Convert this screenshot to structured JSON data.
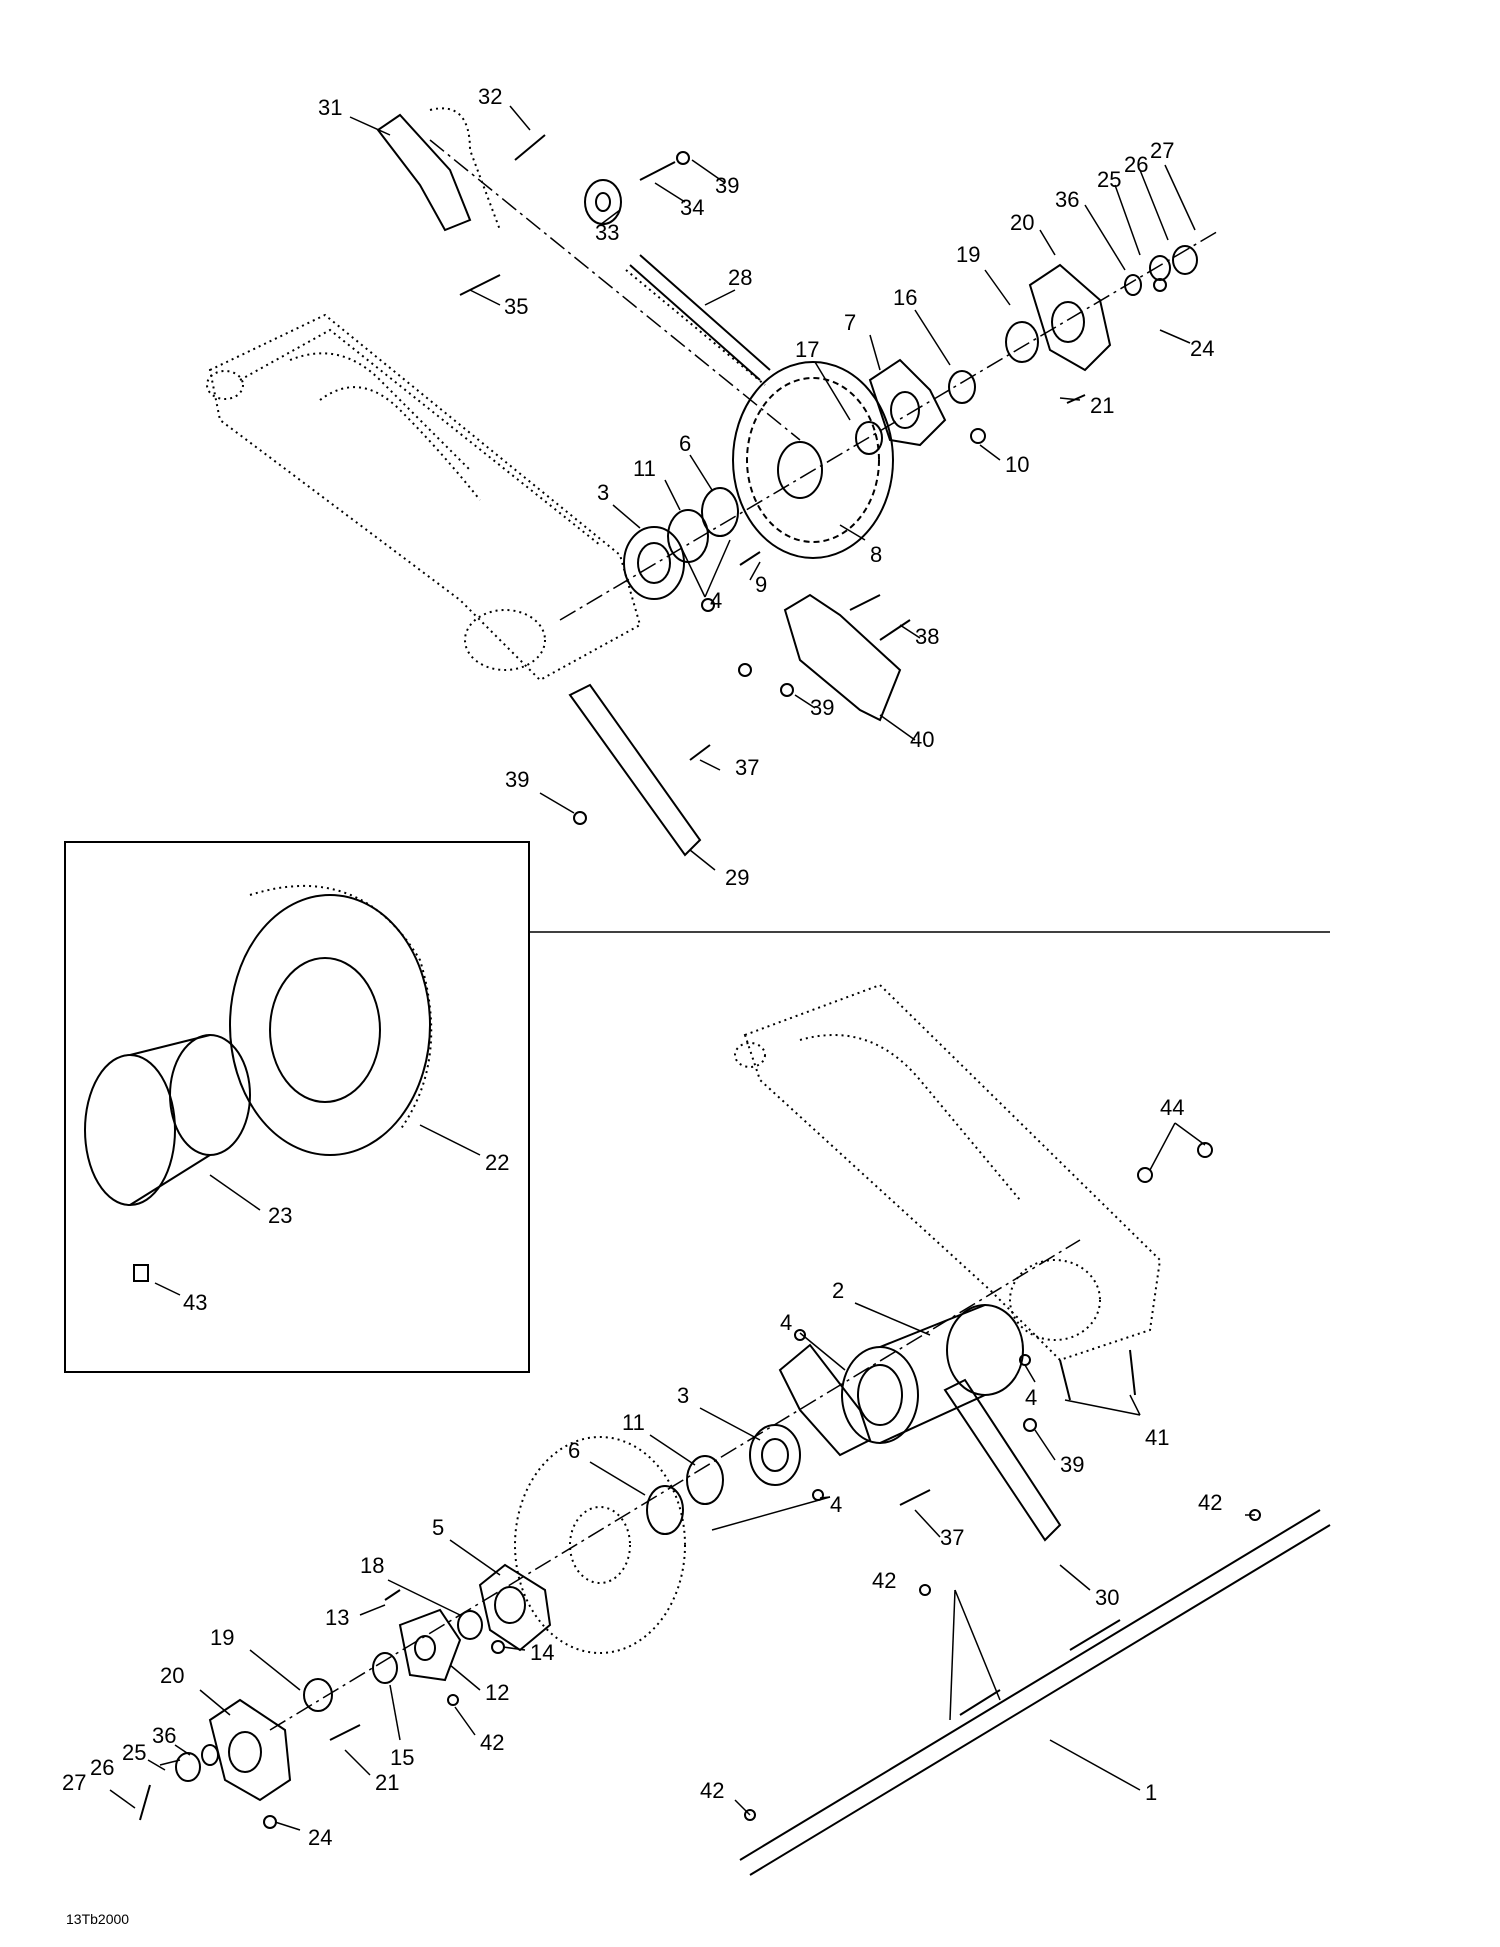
{
  "drawing_code": "13Tb2000",
  "callouts_upper": [
    "31",
    "32",
    "39",
    "34",
    "33",
    "35",
    "28",
    "27",
    "26",
    "25",
    "36",
    "20",
    "19",
    "16",
    "7",
    "17",
    "24",
    "21",
    "10",
    "3",
    "11",
    "6",
    "8",
    "4",
    "9",
    "38",
    "39",
    "40",
    "39",
    "37",
    "29"
  ],
  "callouts_inset": [
    "22",
    "23",
    "43"
  ],
  "callouts_lower": [
    "44",
    "2",
    "4",
    "4",
    "41",
    "3",
    "11",
    "6",
    "4",
    "39",
    "37",
    "42",
    "30",
    "5",
    "18",
    "13",
    "14",
    "12",
    "19",
    "20",
    "15",
    "21",
    "42",
    "25",
    "36",
    "26",
    "27",
    "24",
    "42",
    "1",
    "42"
  ]
}
